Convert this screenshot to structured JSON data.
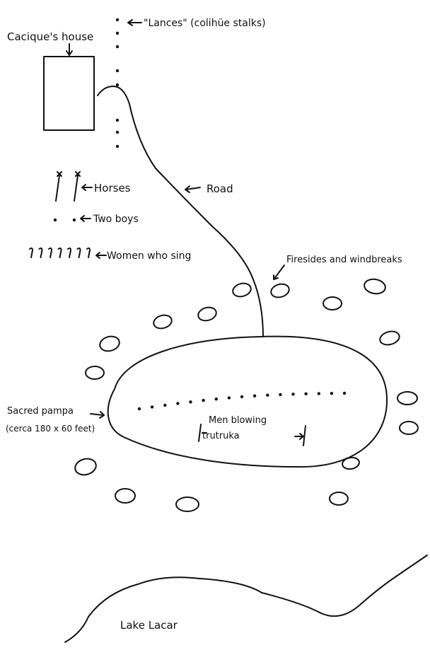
{
  "labels": {
    "cacique_house": "Cacique's house",
    "lances": "\"Lances\" (colihüe stalks)",
    "road": "Road",
    "horses": "Horses",
    "two_boys": "Two boys",
    "women": "Women who sing",
    "firesides": "Firesides and windbreaks",
    "sacred_pampa_1": "Sacred pampa",
    "sacred_pampa_2": "(cerca 180 x 60 feet)",
    "men_1": "Men blowing",
    "men_2": "trutruka",
    "lake": "Lake Lacar"
  },
  "counts": {
    "lance_dots": 8,
    "horses": 2,
    "boys": 2,
    "women": 7,
    "men_dots": 17,
    "firesides": 16
  }
}
